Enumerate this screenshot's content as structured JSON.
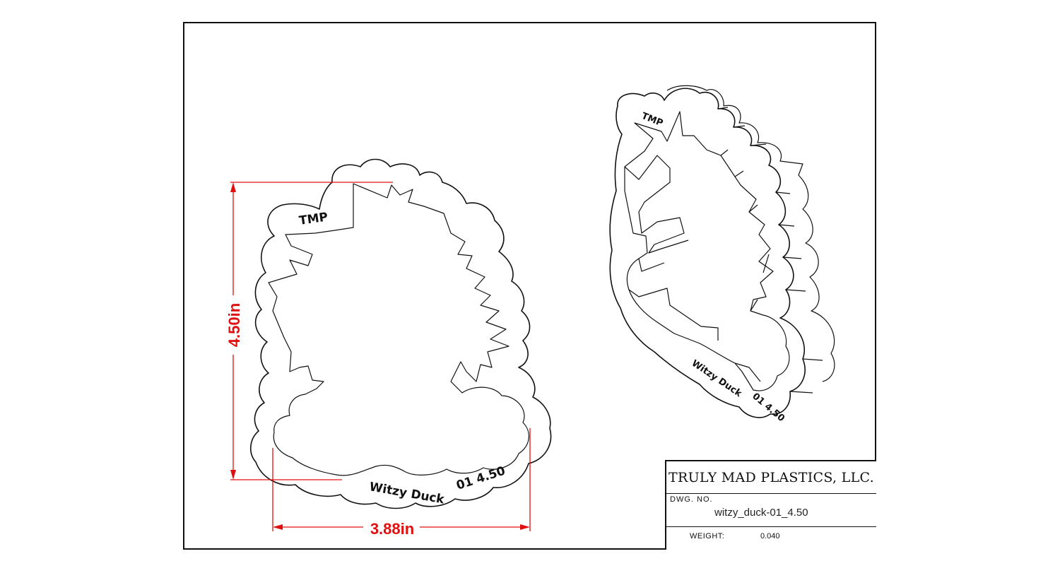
{
  "company": "TRULY MAD PLASTICS, LLC.",
  "dwg_no_label": "DWG. NO.",
  "dwg_no": "witzy_duck-01_4.50",
  "weight_label": "WEIGHT:",
  "weight": "0.040",
  "front_view": {
    "emboss_top": "TMP",
    "emboss_bottom_name": "Witzy Duck",
    "emboss_bottom_code": "01 4.50",
    "height_dim": "4.50in",
    "width_dim": "3.88in"
  },
  "iso_view": {
    "emboss_top": "TMP",
    "emboss_bottom_name": "Witzy Duck",
    "emboss_bottom_code": "01 4.50"
  },
  "colors": {
    "line": "#111111",
    "dimension": "#e01010"
  }
}
